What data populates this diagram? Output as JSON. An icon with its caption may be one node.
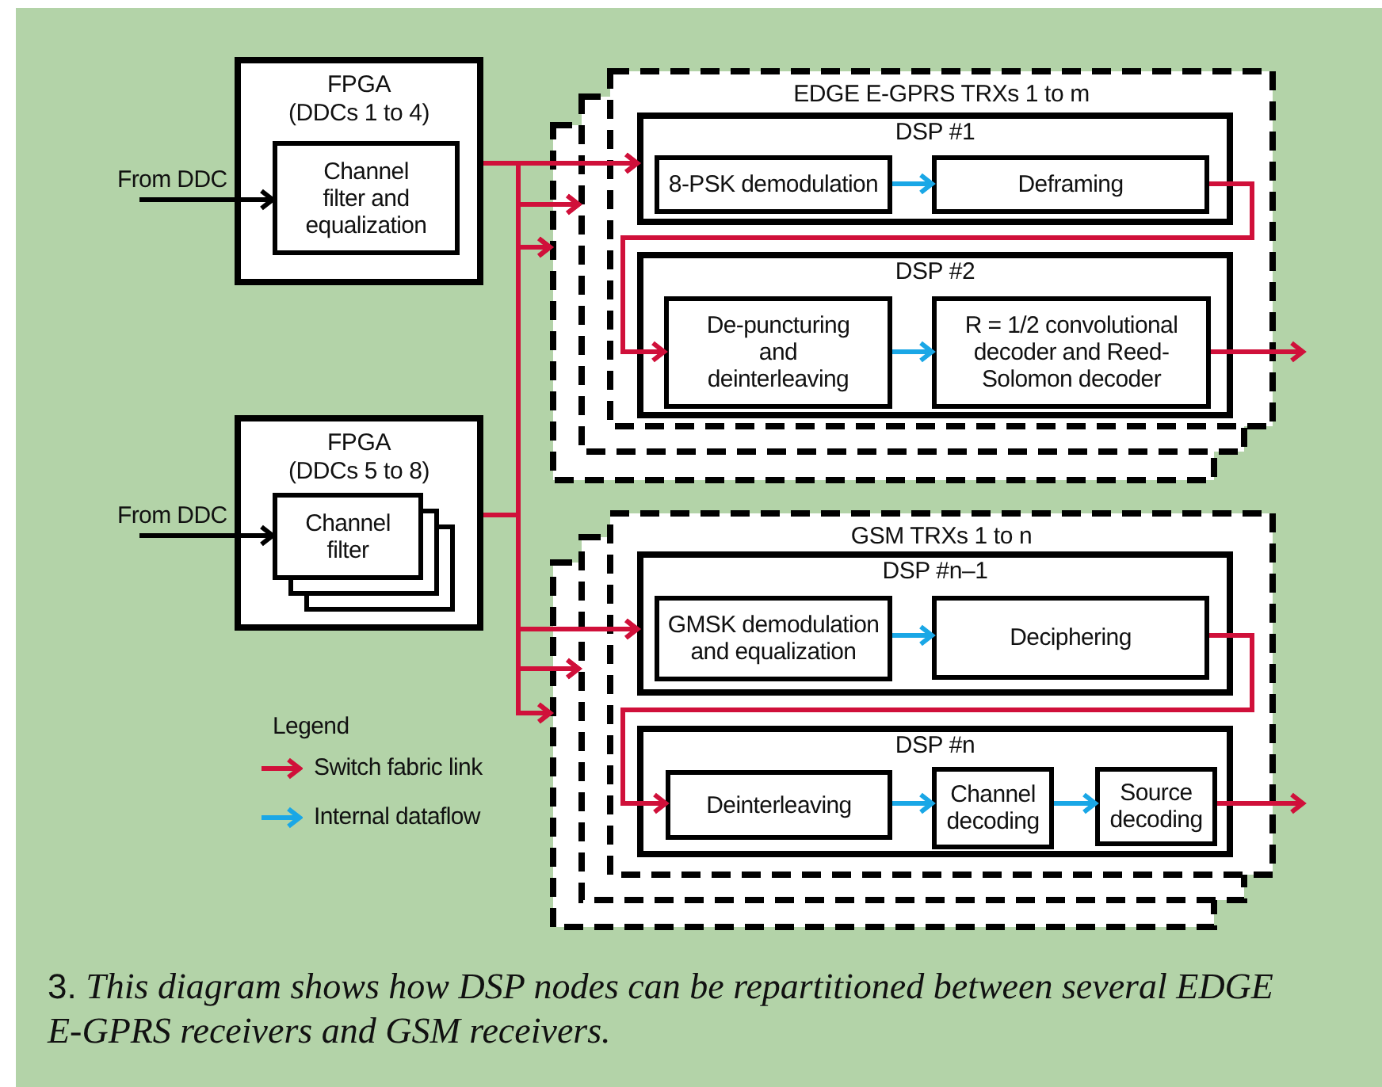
{
  "diagram": {
    "nodes": [
      {
        "text": [
          "FPGA",
          "(DDCs 1 to 4)"
        ]
      },
      {
        "text": [
          "Channel filter and equalization"
        ],
        "in": 0
      },
      {
        "text": [
          "FPGA",
          "(DDCs 5 to 8)"
        ]
      },
      {
        "text": [
          "Channel filter"
        ],
        "in": 2
      },
      {
        "text": [
          "EDGE E-GPRS TRXs 1 to m"
        ]
      },
      {
        "text": [
          "DSP #1"
        ],
        "in": 4
      },
      {
        "text": [
          "8-PSK demodulation"
        ],
        "in": 5
      },
      {
        "text": [
          "Deframing"
        ],
        "in": 5
      },
      {
        "text": [
          "DSP #2"
        ],
        "in": 4
      },
      {
        "text": [
          "De-puncturing and deinterleaving"
        ],
        "in": 8
      },
      {
        "text": [
          "R = 1/2 convolutional decoder and Reed-Solomon decoder"
        ],
        "in": 8
      },
      {
        "text": [
          "GSM TRXs 1 to n"
        ]
      },
      {
        "text": [
          "DSP #n–1"
        ],
        "in": 11
      },
      {
        "text": [
          "GMSK demodulation and equalization"
        ],
        "in": 12
      },
      {
        "text": [
          "Deciphering"
        ],
        "in": 12
      },
      {
        "text": [
          "DSP #n"
        ],
        "in": 11
      },
      {
        "text": [
          "Deinterleaving"
        ],
        "in": 15
      },
      {
        "text": [
          "Channel decoding"
        ],
        "in": 15
      },
      {
        "text": [
          "Source decoding"
        ],
        "in": 15
      }
    ],
    "edges": [
      {
        "from": null,
        "to": 1,
        "arrow": "to",
        "label": "From DDC",
        "color": "#000000"
      },
      {
        "from": null,
        "to": 3,
        "arrow": "to",
        "label": "From DDC",
        "color": "#000000"
      },
      {
        "from": 0,
        "to": 5,
        "arrow": "to"
      },
      {
        "from": 0,
        "to": 4,
        "arrow": "to"
      },
      {
        "from": 0,
        "to": 4,
        "arrow": "to"
      },
      {
        "from": 0,
        "to": 12,
        "arrow": "to"
      },
      {
        "from": 0,
        "to": 11,
        "arrow": "to"
      },
      {
        "from": 0,
        "to": 11,
        "arrow": "to"
      },
      {
        "from": 2,
        "to": 5,
        "arrow": "to"
      },
      {
        "from": 2,
        "to": 4,
        "arrow": "to"
      },
      {
        "from": 2,
        "to": 4,
        "arrow": "to"
      },
      {
        "from": 2,
        "to": 12,
        "arrow": "to"
      },
      {
        "from": 2,
        "to": 11,
        "arrow": "to"
      },
      {
        "from": 2,
        "to": 11,
        "arrow": "to"
      },
      {
        "from": 6,
        "to": 7,
        "arrow": "to",
        "color": "#1aa7e6"
      },
      {
        "from": 7,
        "to": 9,
        "arrow": "to"
      },
      {
        "from": 9,
        "to": 10,
        "arrow": "to",
        "color": "#1aa7e6"
      },
      {
        "from": 10,
        "to": null,
        "arrow": "to"
      },
      {
        "from": 13,
        "to": 14,
        "arrow": "to",
        "color": "#1aa7e6"
      },
      {
        "from": 14,
        "to": 16,
        "arrow": "to"
      },
      {
        "from": 16,
        "to": 17,
        "arrow": "to",
        "color": "#1aa7e6"
      },
      {
        "from": 17,
        "to": 18,
        "arrow": "to",
        "color": "#1aa7e6"
      },
      {
        "from": 18,
        "to": null,
        "arrow": "to"
      }
    ],
    "labels": [
      "Legend"
    ],
    "legend": [
      {
        "text": "Switch fabric link"
      },
      {
        "text": "Internal dataflow"
      }
    ],
    "caption": "**3.** This diagram shows how DSP nodes can be repartitioned between several EDGE E-GPRS receivers and GSM receivers."
  }
}
